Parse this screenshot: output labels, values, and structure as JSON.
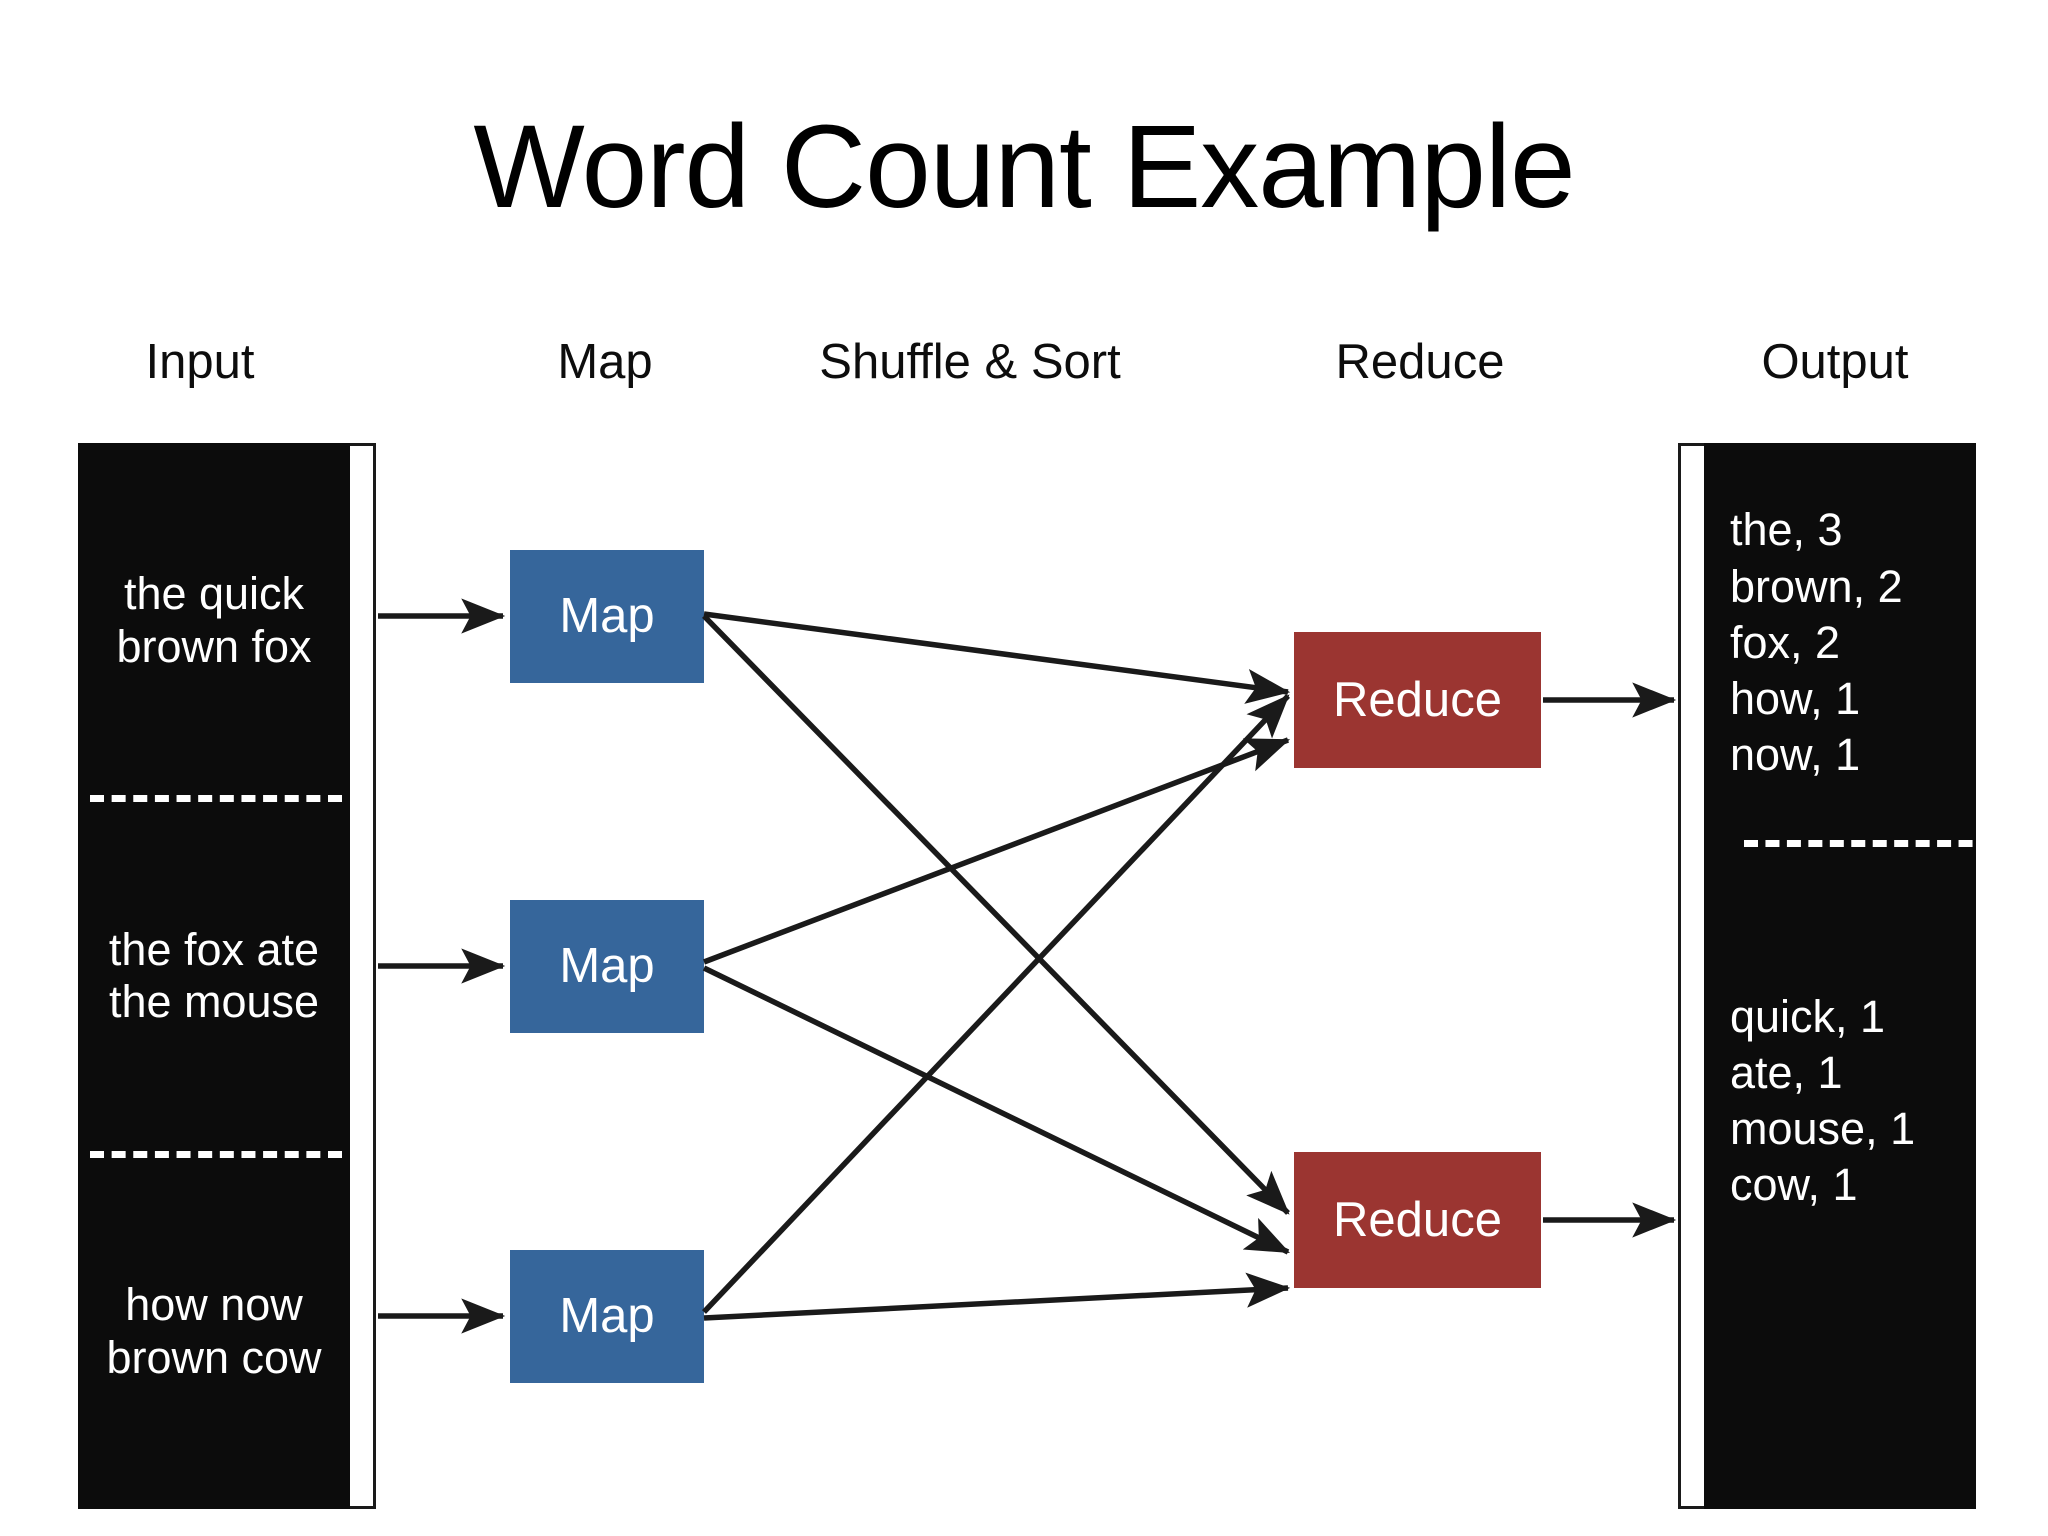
{
  "title": "Word Count Example",
  "stages": [
    {
      "key": "input",
      "label": "Input"
    },
    {
      "key": "map",
      "label": "Map"
    },
    {
      "key": "shuffle",
      "label": "Shuffle & Sort"
    },
    {
      "key": "reduce",
      "label": "Reduce"
    },
    {
      "key": "output",
      "label": "Output"
    }
  ],
  "input": {
    "segments": [
      {
        "text": "the quick brown fox"
      },
      {
        "text": "the fox ate the mouse"
      },
      {
        "text": "how now brown cow"
      }
    ]
  },
  "map_nodes": [
    {
      "label": "Map"
    },
    {
      "label": "Map"
    },
    {
      "label": "Map"
    }
  ],
  "reduce_nodes": [
    {
      "label": "Reduce"
    },
    {
      "label": "Reduce"
    }
  ],
  "output": {
    "segments": [
      {
        "lines": [
          "the, 3",
          "brown, 2",
          "fox, 2",
          "how, 1",
          "now, 1"
        ],
        "counts": [
          {
            "word": "the",
            "count": 3
          },
          {
            "word": "brown",
            "count": 2
          },
          {
            "word": "fox",
            "count": 2
          },
          {
            "word": "how",
            "count": 1
          },
          {
            "word": "now",
            "count": 1
          }
        ]
      },
      {
        "lines": [
          "quick, 1",
          "ate, 1",
          "mouse, 1",
          "cow, 1"
        ],
        "counts": [
          {
            "word": "quick",
            "count": 1
          },
          {
            "word": "ate",
            "count": 1
          },
          {
            "word": "mouse",
            "count": 1
          },
          {
            "word": "cow",
            "count": 1
          }
        ]
      }
    ]
  },
  "colors": {
    "map_fill": "#36669b",
    "reduce_fill": "#9b3531",
    "document_fill": "#0c0c0c",
    "arrow": "#1a1a1a",
    "background": "#ffffff",
    "text_on_dark": "#ffffff",
    "title_text": "#000000"
  },
  "edges": {
    "input_to_map": [
      {
        "from": "input-segment-0",
        "to": "map-0"
      },
      {
        "from": "input-segment-1",
        "to": "map-1"
      },
      {
        "from": "input-segment-2",
        "to": "map-2"
      }
    ],
    "map_to_reduce": [
      {
        "from": "map-0",
        "to": "reduce-0"
      },
      {
        "from": "map-0",
        "to": "reduce-1"
      },
      {
        "from": "map-1",
        "to": "reduce-0"
      },
      {
        "from": "map-1",
        "to": "reduce-1"
      },
      {
        "from": "map-2",
        "to": "reduce-0"
      },
      {
        "from": "map-2",
        "to": "reduce-1"
      }
    ],
    "reduce_to_output": [
      {
        "from": "reduce-0",
        "to": "output-segment-0"
      },
      {
        "from": "reduce-1",
        "to": "output-segment-1"
      }
    ]
  }
}
